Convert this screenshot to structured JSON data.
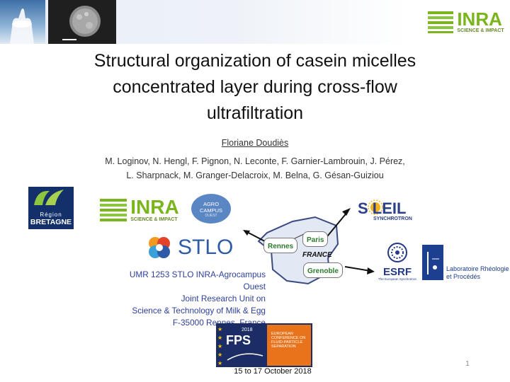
{
  "title_lines": [
    "Structural organization of casein micelles",
    "concentrated layer during cross-flow",
    "ultrafiltration"
  ],
  "presenter": "Floriane Doudiès",
  "coauthors_lines": [
    "M. Loginov, N. Hengl, F. Pignon, N. Leconte, F. Garnier-Lambrouin, J. Pérez,",
    "L. Sharpnack, M. Granger-Delacroix, M. Belna, G. Gésan-Guiziou"
  ],
  "logos": {
    "inra_top": {
      "name": "INRA",
      "tagline": "SCIENCE & IMPACT"
    },
    "region": {
      "line1": "Région",
      "line2": "BRETAGNE"
    },
    "inra": {
      "name": "INRA",
      "tagline": "SCIENCE & IMPACT"
    },
    "agrocampus": {
      "line1": "AGRO",
      "line2": "CAMPUS",
      "line3": "OUEST"
    },
    "stlo": "STLO",
    "soleil": {
      "name": "S LEIL",
      "tagline": "SYNCHROTRON"
    },
    "esrf": {
      "name": "ESRF",
      "tagline": "The European Synchrotron"
    },
    "lrp": {
      "line1": "Laboratoire Rhéologie",
      "line2": "et Procédés"
    },
    "fps": {
      "year": "2018",
      "name": "FPS",
      "line1": "EUROPEAN",
      "line2": "CONFERENCE ON",
      "line3": "FLUID-PARTICLE",
      "line4": "SEPARATION"
    }
  },
  "map": {
    "country": "FRANCE",
    "cities": [
      "Rennes",
      "Paris",
      "Grenoble"
    ]
  },
  "unit_lines": [
    "UMR 1253 STLO INRA-Agrocampus Ouest",
    "Joint Research Unit on",
    "Science & Technology of Milk & Egg",
    "F-35000 Rennes, France"
  ],
  "dates": "15 to 17 October 2018",
  "page_number": "1",
  "colors": {
    "inra_green": "#7ab51d",
    "stlo_blue": "#2e5aa8",
    "unit_text": "#2d3f9a",
    "fps_orange": "#e8731a"
  }
}
